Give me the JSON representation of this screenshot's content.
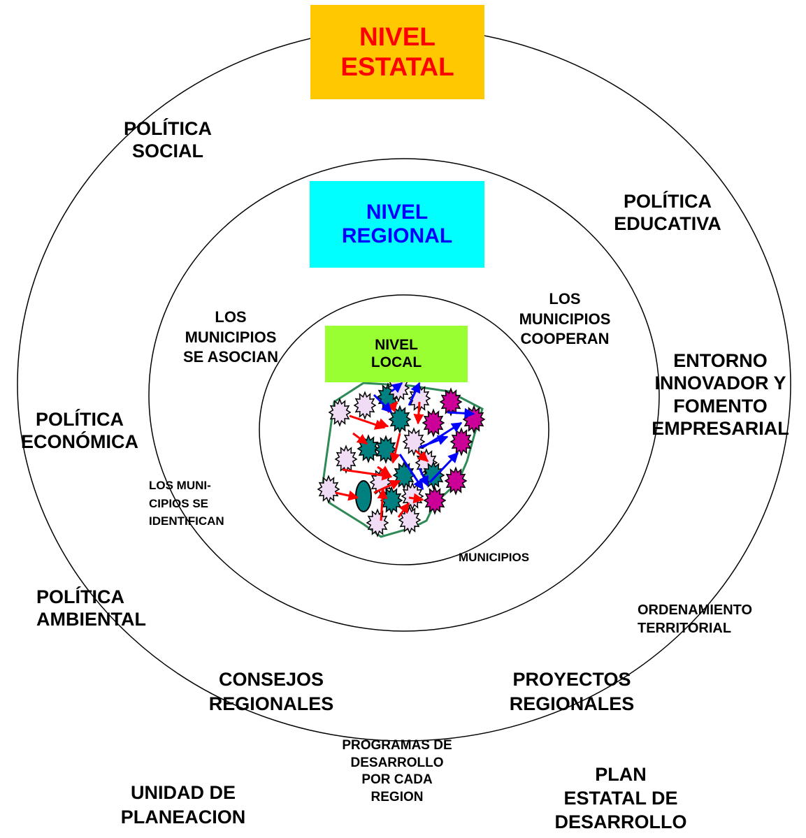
{
  "colors": {
    "estatal_box": "#ffc800",
    "estatal_text": "#ff0000",
    "regional_box": "#00ffff",
    "regional_text": "#0000ff",
    "local_box": "#99ff33",
    "local_text": "#000000",
    "municipio_teal": "#008080",
    "municipio_pink": "#f0dcf5",
    "municipio_magenta": "#cc0099",
    "arrow_red": "#ff0000",
    "arrow_blue": "#0000ff",
    "boundary_green": "#2e8b57"
  },
  "estatal": {
    "line1": "NIVEL",
    "line2": "ESTATAL"
  },
  "regional": {
    "line1": "NIVEL",
    "line2": "REGIONAL"
  },
  "local": {
    "line1": "NIVEL",
    "line2": "LOCAL"
  },
  "labels": {
    "politica_social": [
      "POLÍTICA",
      "SOCIAL"
    ],
    "politica_educativa": [
      "POLÍTICA",
      "EDUCATIVA"
    ],
    "politica_economica": [
      "POLÍTICA",
      "ECONÓMICA"
    ],
    "politica_ambiental": [
      "POLÍTICA",
      "AMBIENTAL"
    ],
    "entorno": [
      "ENTORNO",
      "INNOVADOR Y",
      "FOMENTO",
      "EMPRESARIAL"
    ],
    "se_asocian": [
      "LOS",
      "MUNICIPIOS",
      "SE ASOCIAN"
    ],
    "cooperan": [
      "LOS",
      "MUNICIPIOS",
      "COOPERAN"
    ],
    "se_identifican": [
      "LOS  MUNI-",
      "CIPIOS SE",
      "IDENTIFICAN"
    ],
    "municipios": [
      "MUNICIPIOS"
    ],
    "ordenamiento": [
      "ORDENAMIENTO",
      "TERRITORIAL"
    ],
    "consejos": [
      "CONSEJOS",
      "REGIONALES"
    ],
    "proyectos": [
      "PROYECTOS",
      "REGIONALES"
    ],
    "programas": [
      "PROGRAMAS DE",
      "DESARROLLO",
      "POR CADA",
      "REGION"
    ],
    "unidad": [
      "UNIDAD DE",
      "PLANEACION"
    ],
    "plan": [
      "PLAN",
      "ESTATAL DE",
      "DESARROLLO"
    ]
  }
}
